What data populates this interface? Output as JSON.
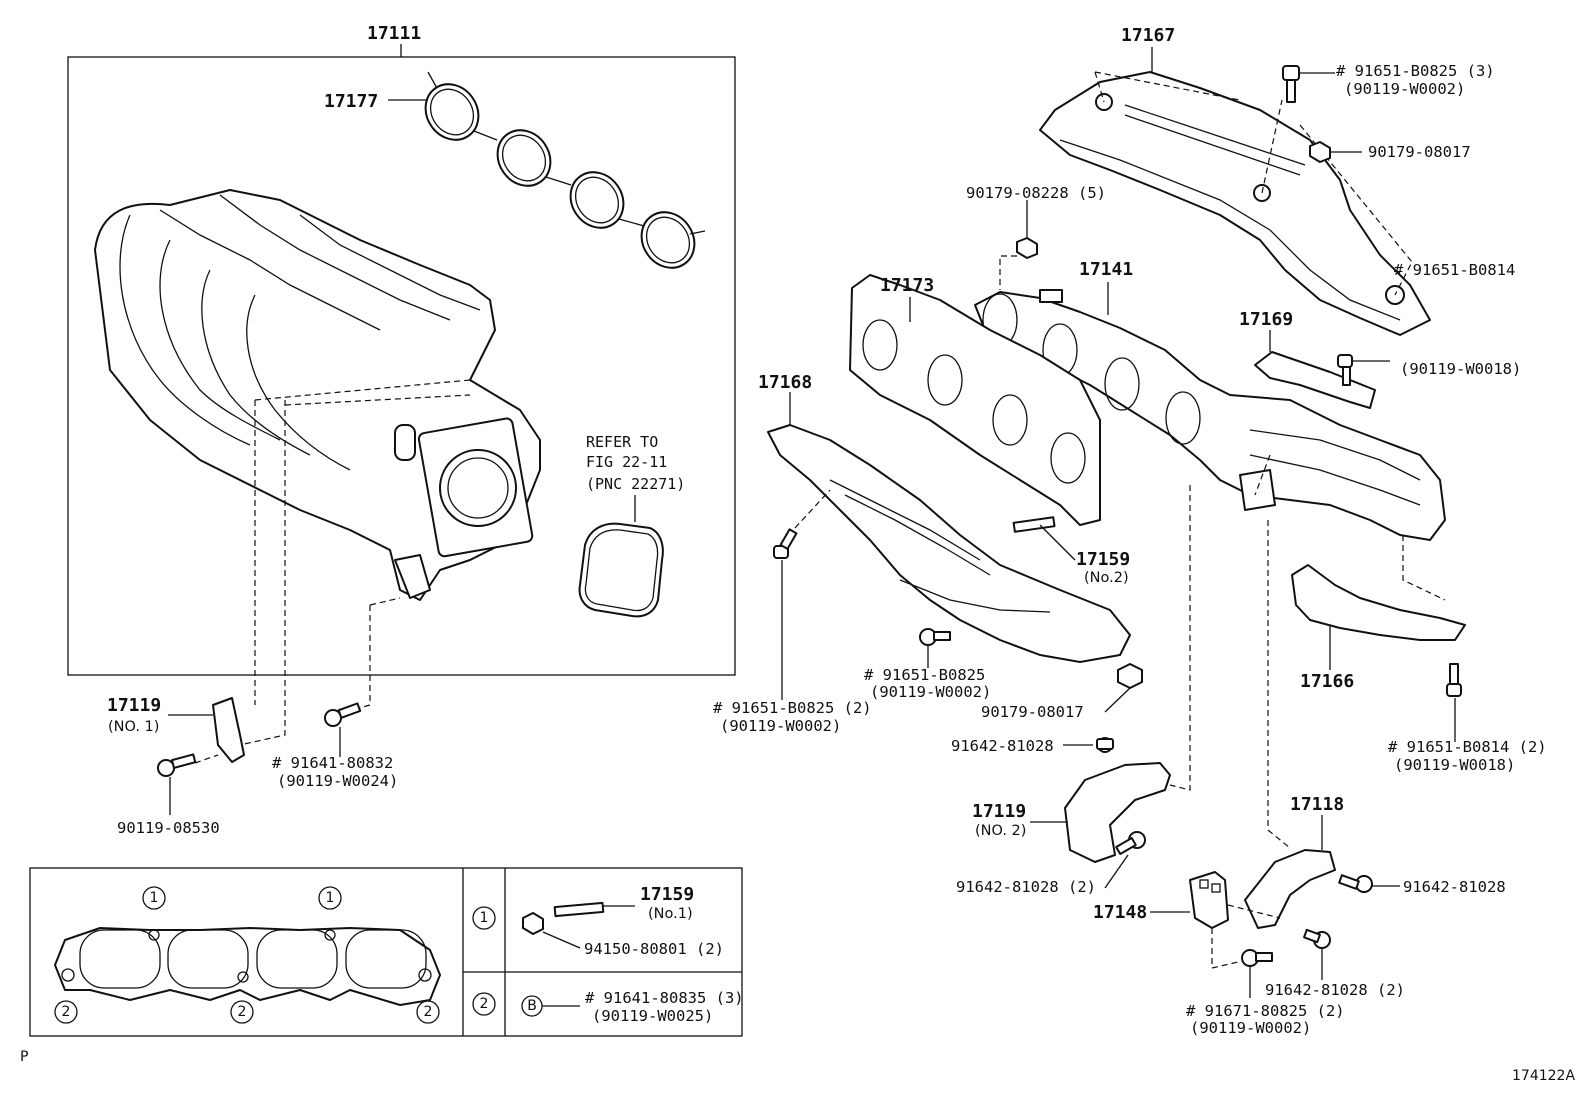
{
  "labels": {
    "p17111": "17111",
    "p17177": "17177",
    "p17167": "17167",
    "b91651_b0825_3": "# 91651-B0825 (3)",
    "b90119_w0002_a": "(90119-W0002)",
    "n90179_08017_a": "90179-08017",
    "n90179_08228": "90179-08228 (5)",
    "p17141": "17141",
    "p17173": "17173",
    "p17169": "17169",
    "b91651_b0814_a": "# 91651-B0814",
    "b90119_w0018_a": "(90119-W0018)",
    "p17168": "17168",
    "refer_to": "REFER TO",
    "fig": "FIG 22-11",
    "pnc": "(PNC 22271)",
    "p17159_no2": "17159",
    "no2_a": "(No.2)",
    "b91651_b0825_c": "# 91651-B0825",
    "b90119_w0002_c": "(90119-W0002)",
    "n90179_08017_b": "90179-08017",
    "b91651_b0825_2": "# 91651-B0825 (2)",
    "b90119_w0002_b": "(90119-W0002)",
    "p17166": "17166",
    "p17119_no1": "17119",
    "no1": "(NO. 1)",
    "b91641_80832": "# 91641-80832",
    "b90119_w0024": "(90119-W0024)",
    "b90119_08530": "90119-08530",
    "b91642_81028_a": "91642-81028",
    "b91651_b0814_2": "# 91651-B0814 (2)",
    "b90119_w0018_b": "(90119-W0018)",
    "p17119_no2": "17119",
    "no2_b": "(NO. 2)",
    "p17118": "17118",
    "b91642_81028_2a": "91642-81028 (2)",
    "b91642_81028_b": "91642-81028",
    "p17148": "17148",
    "b91642_81028_2b": "91642-81028 (2)",
    "b91671_80825_2": "# 91671-80825 (2)",
    "b90119_w0002_d": "(90119-W0002)",
    "p17159_no1": "17159",
    "no1_b": "(No.1)",
    "n94150_80801": "94150-80801 (2)",
    "b91641_80835_3": "# 91641-80835 (3)",
    "b90119_w0025": "(90119-W0025)",
    "circle_1": "1",
    "circle_2": "2",
    "circle_b": "B",
    "corner_p": "P",
    "figure_id": "174122A"
  }
}
